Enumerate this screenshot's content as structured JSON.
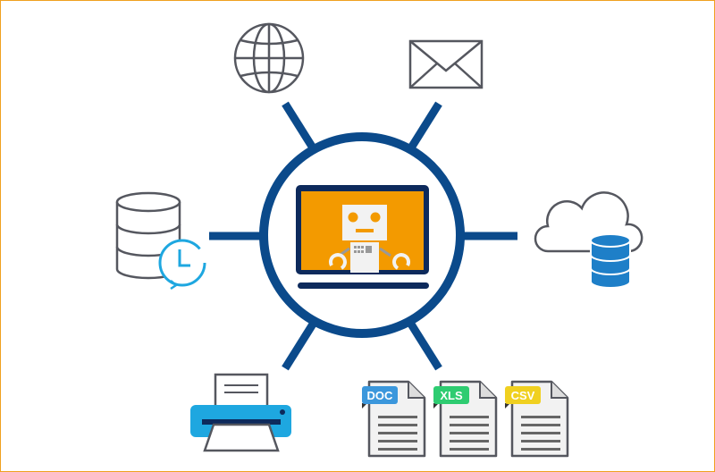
{
  "colors": {
    "ring": "#0b4a8b",
    "laptop_frame": "#0d2a5c",
    "screen": "#f39a00",
    "outline": "#55575f",
    "cyan": "#1ea7e0",
    "doc": "#3b97dc",
    "xls": "#2ecc71",
    "csv": "#f0d020",
    "border": "#f0a020"
  },
  "files": [
    {
      "label": "DOC"
    },
    {
      "label": "XLS"
    },
    {
      "label": "CSV"
    }
  ]
}
